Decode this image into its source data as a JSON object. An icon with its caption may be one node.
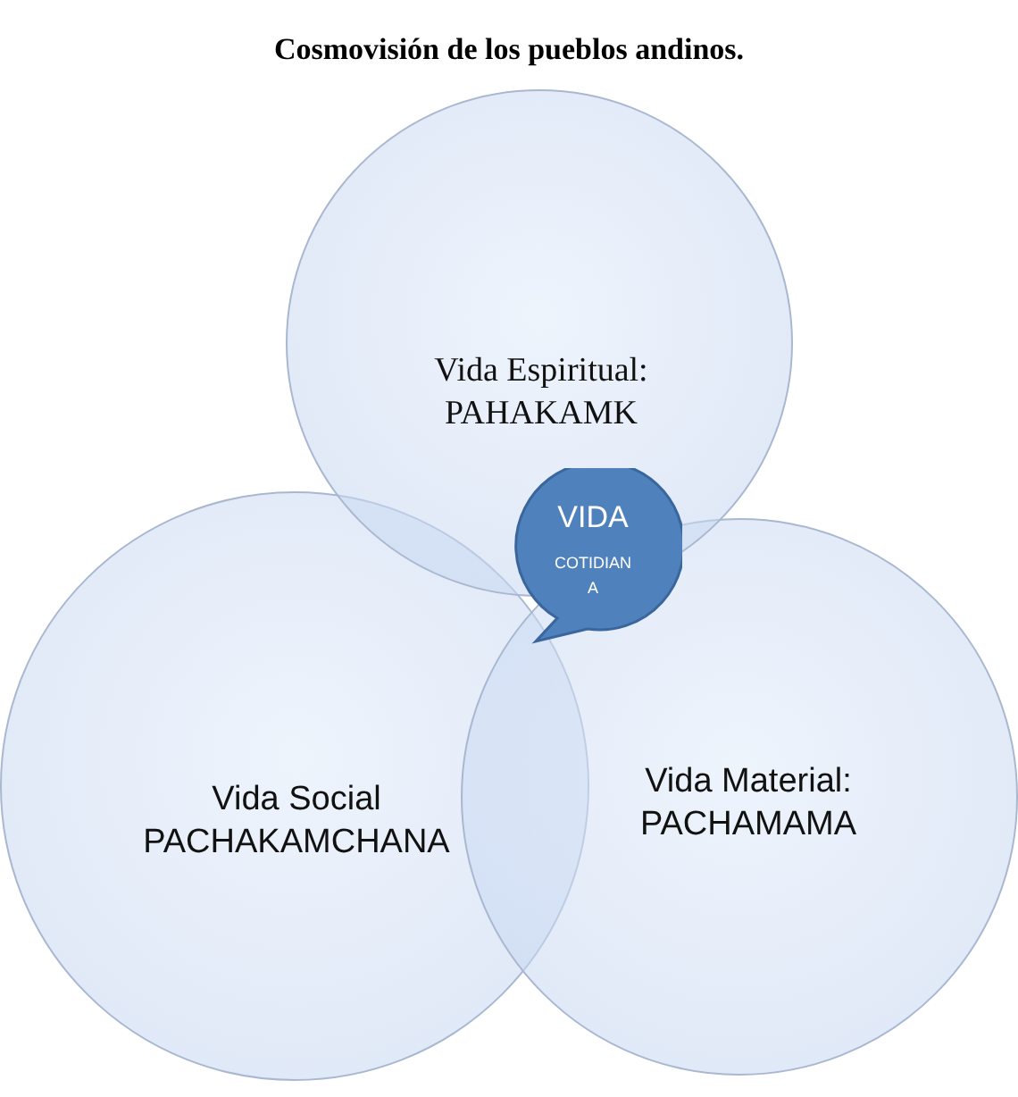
{
  "diagram": {
    "title": "Cosmovisión de los pueblos andinos.",
    "nodes": [
      {
        "text": [
          "Vida Espiritual: PAHAKAMK"
        ]
      },
      {
        "text": [
          "Vida Social PACHAKAMCHANA"
        ]
      },
      {
        "text": [
          "Vida Material: PACHAMAMA"
        ]
      },
      {
        "text": [
          "VIDA",
          "COTIDIANA"
        ]
      }
    ],
    "edges": []
  }
}
